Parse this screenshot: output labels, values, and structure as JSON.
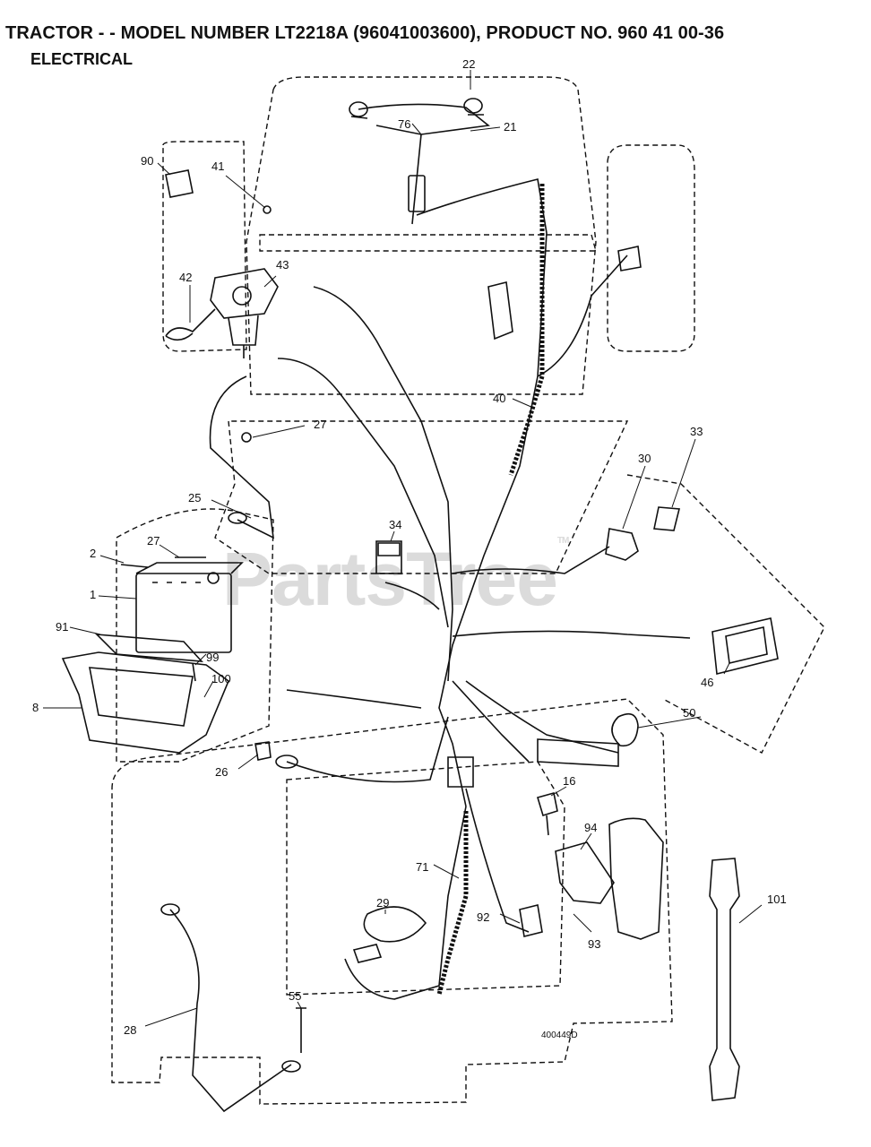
{
  "header": {
    "title": "TRACTOR - - MODEL NUMBER LT2218A (96041003600), PRODUCT NO. 960 41 00-36",
    "subtitle": "ELECTRICAL"
  },
  "watermark": {
    "text": "PartsTree",
    "tm": "TM"
  },
  "drawing_ref": "400449D",
  "callouts": {
    "c1": "1",
    "c2": "2",
    "c8": "8",
    "c16": "16",
    "c21": "21",
    "c22": "22",
    "c25": "25",
    "c26": "26",
    "c27a": "27",
    "c27b": "27",
    "c28": "28",
    "c29": "29",
    "c30": "30",
    "c33": "33",
    "c34": "34",
    "c40": "40",
    "c41": "41",
    "c42": "42",
    "c43": "43",
    "c46": "46",
    "c50": "50",
    "c55": "55",
    "c71": "71",
    "c76": "76",
    "c90": "90",
    "c91": "91",
    "c92": "92",
    "c93": "93",
    "c94": "94",
    "c99": "99",
    "c100": "100",
    "c101": "101"
  },
  "colors": {
    "line": "#111111",
    "watermark": "#cfcfcf",
    "background": "#ffffff"
  }
}
